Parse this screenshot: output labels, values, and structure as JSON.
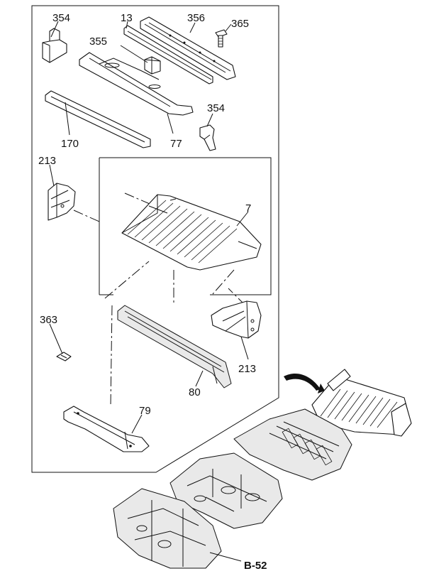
{
  "diagram": {
    "labels": {
      "p354a": "354",
      "p13": "13",
      "p356": "356",
      "p365": "365",
      "p355": "355",
      "p354b": "354",
      "p170": "170",
      "p77": "77",
      "p213a": "213",
      "p7": "7",
      "p363": "363",
      "p213b": "213",
      "p80": "80",
      "p79": "79",
      "ref": "B-52"
    }
  }
}
